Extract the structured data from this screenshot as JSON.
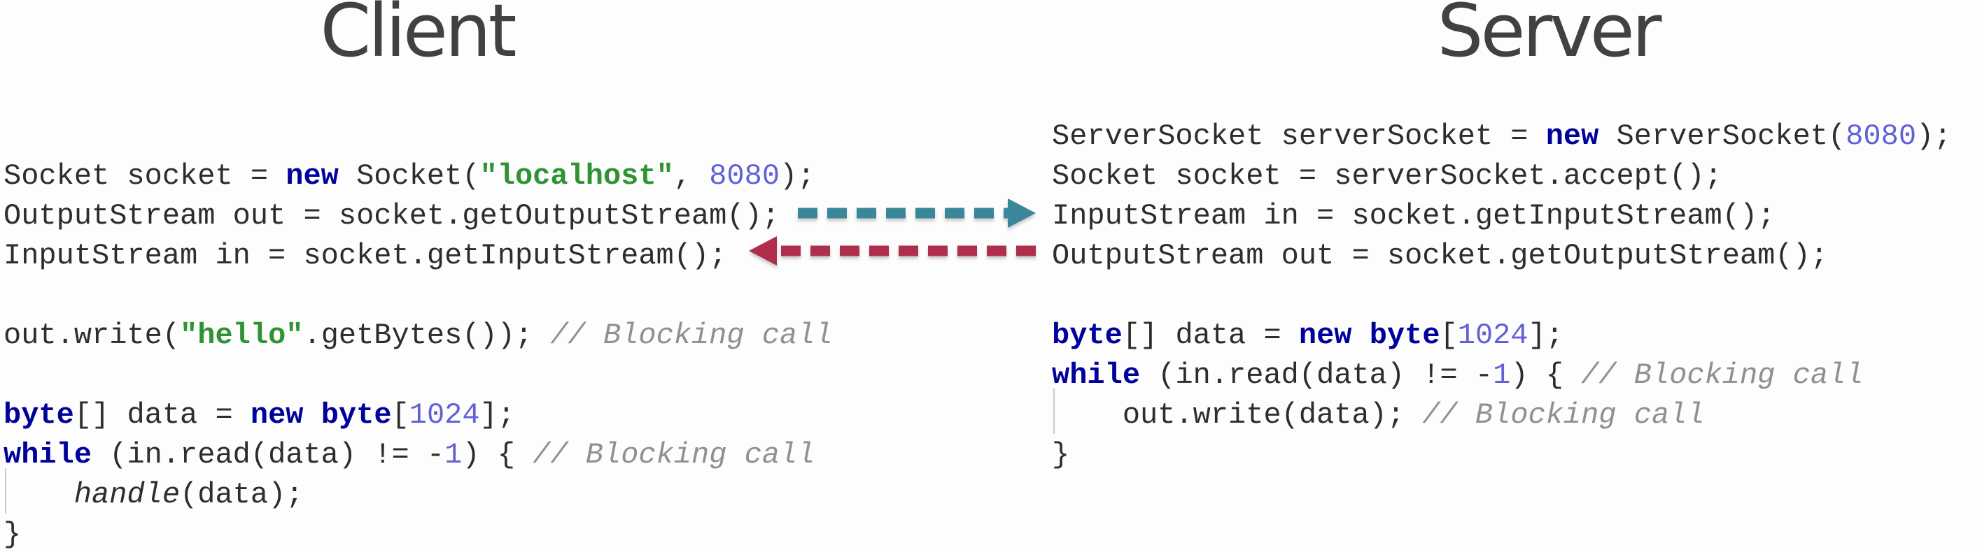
{
  "page": {
    "background": "#fdfdfd"
  },
  "titles": {
    "client": "Client",
    "server": "Server"
  },
  "colors": {
    "page_bg": "#fdfdfd",
    "title": "#414141",
    "code": "#2d2d2d",
    "keyword": "#00009c",
    "number": "#6161d6",
    "string": "#2f9333",
    "comment": "#909090",
    "indent_guide": "#c9c9c9",
    "arrow_client_to_server": "#3a879a",
    "arrow_server_to_client": "#ae2e4c"
  },
  "client_code": {
    "lines": [
      {
        "s": [
          {
            "t": "Socket socket = "
          },
          {
            "t": "new",
            "c": "kw"
          },
          {
            "t": " Socket("
          },
          {
            "t": "\"localhost\"",
            "c": "str"
          },
          {
            "t": ", "
          },
          {
            "t": "8080",
            "c": "num"
          },
          {
            "t": ");"
          }
        ]
      },
      {
        "s": [
          {
            "t": "OutputStream out = socket.getOutputStream();"
          }
        ]
      },
      {
        "s": [
          {
            "t": "InputStream in = socket.getInputStream();"
          }
        ]
      },
      {
        "s": []
      },
      {
        "s": [
          {
            "t": "out.write("
          },
          {
            "t": "\"hello\"",
            "c": "str"
          },
          {
            "t": ".getBytes()); "
          },
          {
            "t": "// Blocking call",
            "c": "com"
          }
        ]
      },
      {
        "s": []
      },
      {
        "s": [
          {
            "t": "byte",
            "c": "kw"
          },
          {
            "t": "[] data = "
          },
          {
            "t": "new",
            "c": "kw"
          },
          {
            "t": " "
          },
          {
            "t": "byte",
            "c": "kw"
          },
          {
            "t": "["
          },
          {
            "t": "1024",
            "c": "num"
          },
          {
            "t": "];"
          }
        ]
      },
      {
        "s": [
          {
            "t": "while",
            "c": "kw"
          },
          {
            "t": " (in.read(data) != -"
          },
          {
            "t": "1",
            "c": "num"
          },
          {
            "t": ") { "
          },
          {
            "t": "// Blocking call",
            "c": "com"
          }
        ]
      },
      {
        "g": true,
        "s": [
          {
            "t": "    "
          },
          {
            "t": "handle",
            "c": "it"
          },
          {
            "t": "(data);"
          }
        ]
      },
      {
        "s": [
          {
            "t": "}"
          }
        ]
      }
    ]
  },
  "server_code": {
    "lines": [
      {
        "s": [
          {
            "t": "ServerSocket serverSocket = "
          },
          {
            "t": "new",
            "c": "kw"
          },
          {
            "t": " ServerSocket("
          },
          {
            "t": "8080",
            "c": "num"
          },
          {
            "t": ");"
          }
        ]
      },
      {
        "s": [
          {
            "t": "Socket socket = serverSocket.accept();"
          }
        ]
      },
      {
        "s": [
          {
            "t": "InputStream in = socket.getInputStream();"
          }
        ]
      },
      {
        "s": [
          {
            "t": "OutputStream out = socket.getOutputStream();"
          }
        ]
      },
      {
        "s": []
      },
      {
        "s": [
          {
            "t": "byte",
            "c": "kw"
          },
          {
            "t": "[] data = "
          },
          {
            "t": "new",
            "c": "kw"
          },
          {
            "t": " "
          },
          {
            "t": "byte",
            "c": "kw"
          },
          {
            "t": "["
          },
          {
            "t": "1024",
            "c": "num"
          },
          {
            "t": "];"
          }
        ]
      },
      {
        "s": [
          {
            "t": "while",
            "c": "kw"
          },
          {
            "t": " (in.read(data) != -"
          },
          {
            "t": "1",
            "c": "num"
          },
          {
            "t": ") { "
          },
          {
            "t": "// Blocking call",
            "c": "com"
          }
        ]
      },
      {
        "g": true,
        "s": [
          {
            "t": "    out.write(data); "
          },
          {
            "t": "// Blocking call",
            "c": "com"
          }
        ]
      },
      {
        "s": [
          {
            "t": "}"
          }
        ]
      }
    ]
  },
  "arrows": {
    "client_to_server": {
      "direction": "right",
      "from": "client getOutputStream",
      "to": "server getInputStream"
    },
    "server_to_client": {
      "direction": "left",
      "from": "server getOutputStream",
      "to": "client getInputStream"
    }
  }
}
